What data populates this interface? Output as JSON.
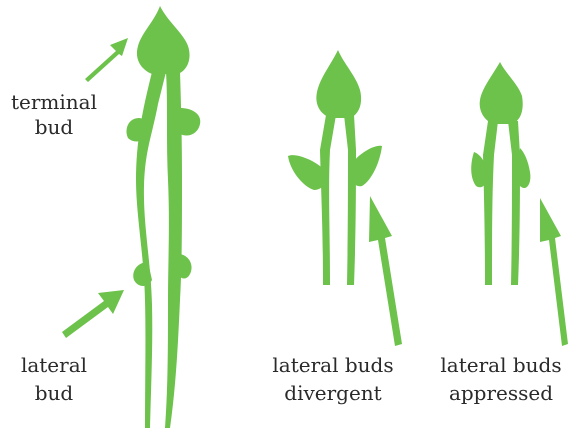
{
  "colors": {
    "plant": "#6cc24a",
    "text": "#2a2a2a",
    "background": "#ffffff"
  },
  "labels": {
    "terminal_bud": [
      "terminal",
      "bud"
    ],
    "lateral_bud": [
      "lateral",
      "bud"
    ],
    "lateral_buds_divergent": [
      "lateral buds",
      "divergent"
    ],
    "lateral_buds_appressed": [
      "lateral buds",
      "appressed"
    ]
  }
}
